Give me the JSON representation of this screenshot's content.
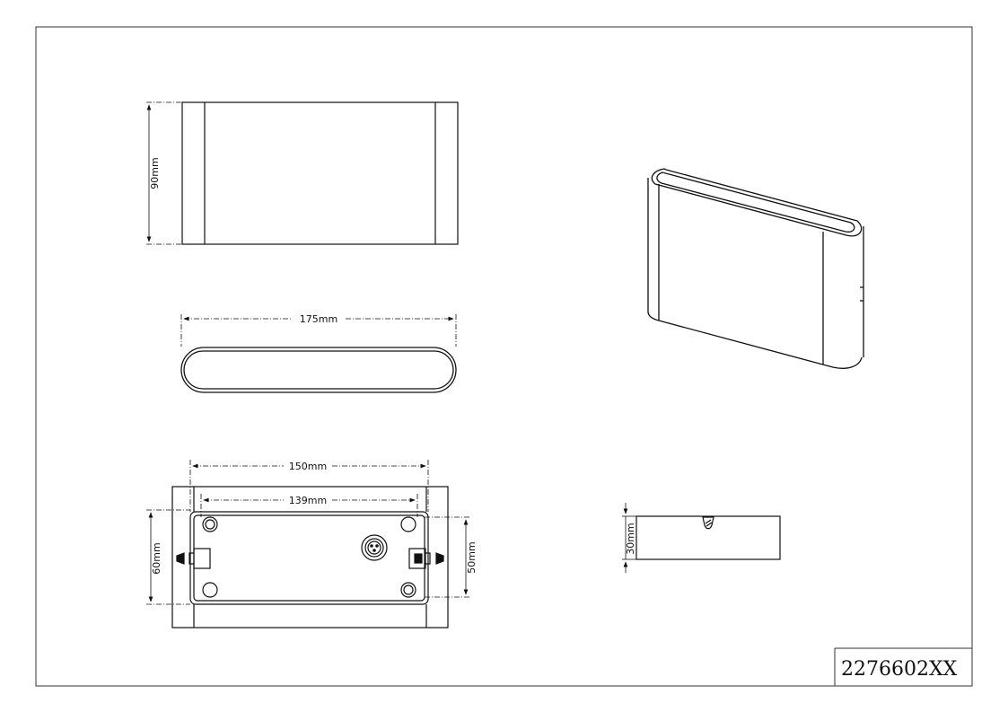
{
  "drawing": {
    "product_code": "2276602XX",
    "dimensions": {
      "height": "90mm",
      "length": "175mm",
      "plate_width": "150mm",
      "hole_spacing_h": "139mm",
      "plate_height": "60mm",
      "hole_spacing_v": "50mm",
      "depth": "30mm"
    }
  }
}
